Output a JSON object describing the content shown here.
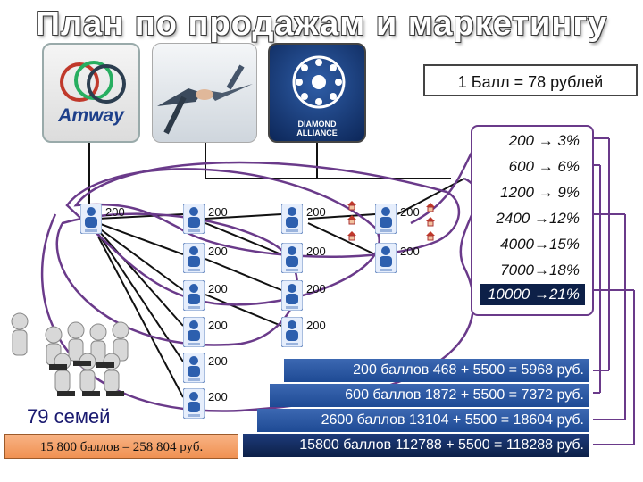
{
  "title": "План по продажам и маркетингу",
  "logos": {
    "amway": "Amway",
    "diamond_line1": "DIAMOND",
    "diamond_line2": "ALLIANCE"
  },
  "ball_rate": "1 Балл = 78 рублей",
  "levels": [
    {
      "text": "200 → 3%"
    },
    {
      "text": "600 → 6%"
    },
    {
      "text": "1200 → 9%"
    },
    {
      "text": "2400 →12%"
    },
    {
      "text": "4000→15%"
    },
    {
      "text": "7000→18%"
    },
    {
      "text": "10000 →21%"
    }
  ],
  "node_value": "200",
  "families": "79 семей",
  "total": "15 800 баллов – 258 804 руб.",
  "calcs": [
    "200 баллов 468 + 5500 = 5968 руб.",
    "600 баллов 1872 + 5500 = 7372 руб.",
    "2600 баллов 13104 + 5500 = 18604 руб.",
    "15800 баллов 112788 + 5500 = 118288 руб."
  ],
  "colors": {
    "accent_dark": "#0d2048",
    "bar_blue": "#2a56a0",
    "line_purple": "#6a3a8a",
    "total_orange": "#f09152"
  }
}
